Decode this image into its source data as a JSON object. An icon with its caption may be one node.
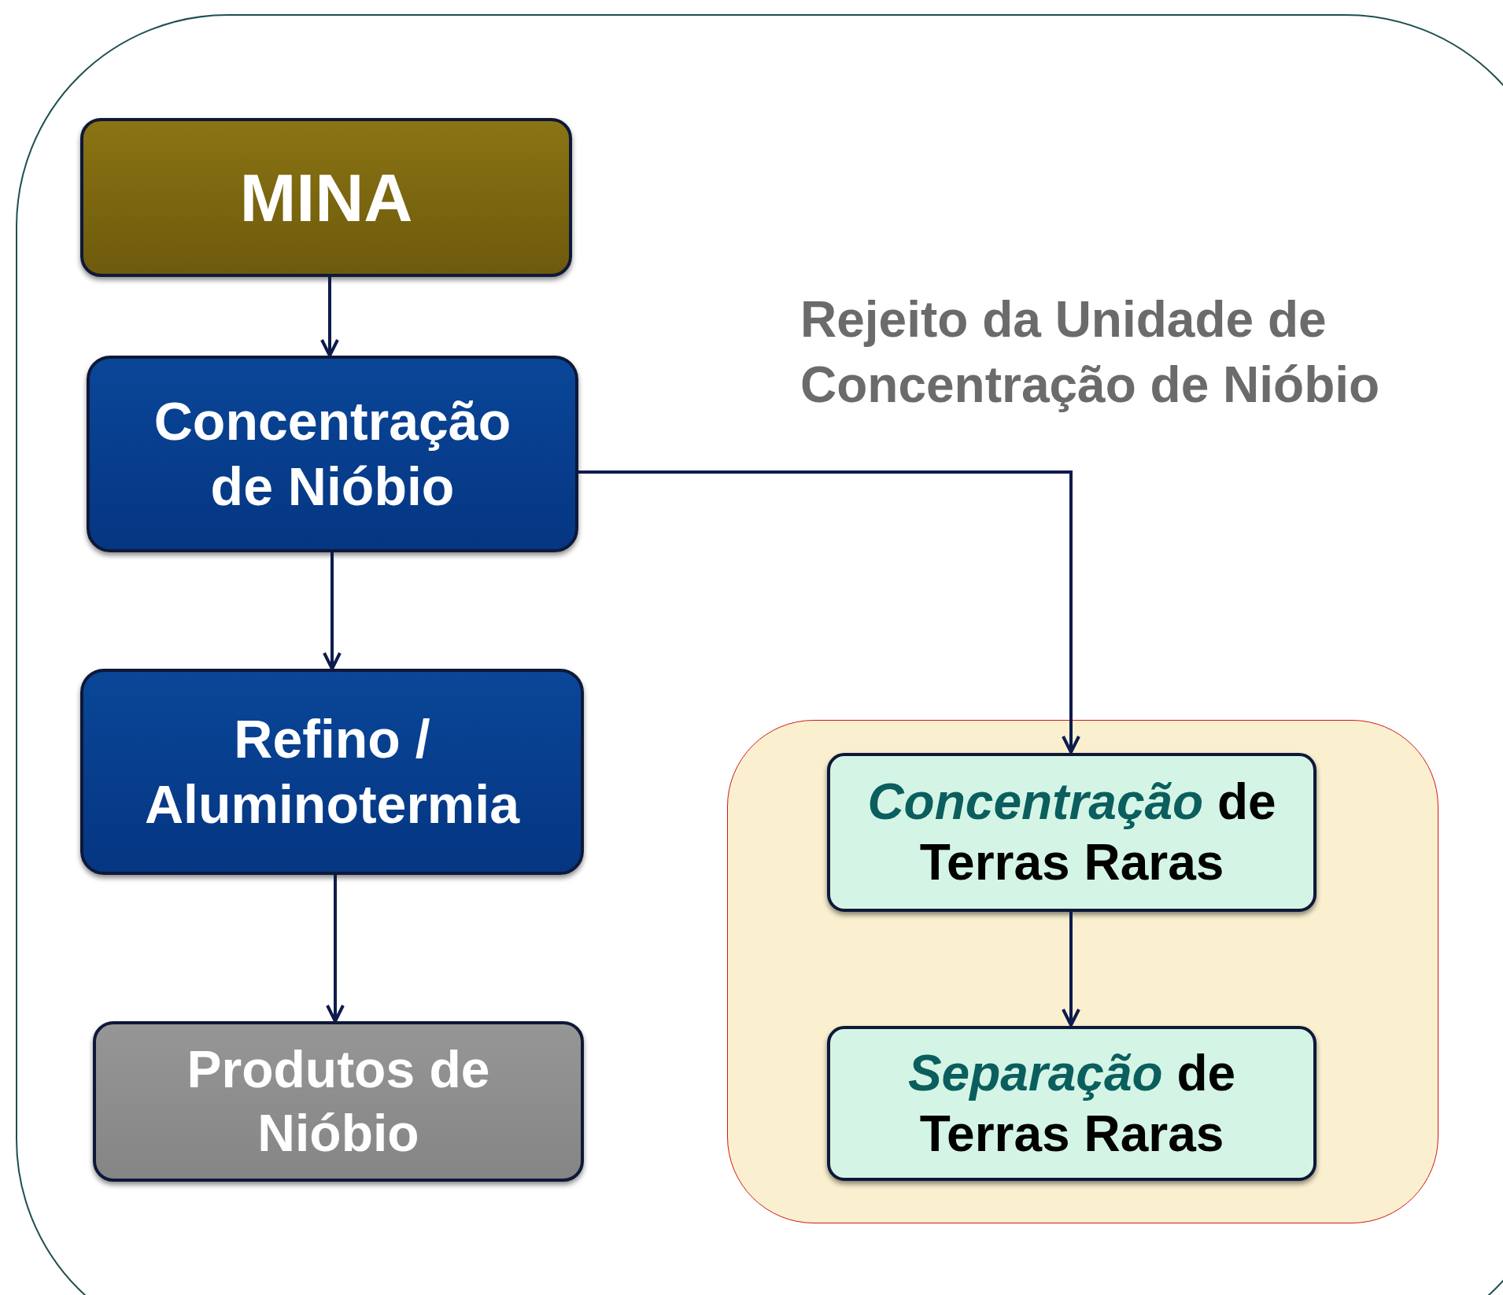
{
  "diagram": {
    "nodes": [
      {
        "text": [
          "MINA"
        ]
      },
      {
        "text": [
          "Concentração de Nióbio"
        ]
      },
      {
        "text": [
          "Refino / Aluminotermia"
        ]
      },
      {
        "text": [
          "Produtos de Nióbio"
        ]
      },
      {
        "text": [],
        "shape": "box"
      },
      {
        "text": [
          "*Concentração* de Terras Raras"
        ],
        "in": 4
      },
      {
        "text": [
          "*Separação* de Terras Raras"
        ],
        "in": 4
      }
    ],
    "edges": [
      {
        "from": 0,
        "to": 1,
        "arrow": "to"
      },
      {
        "from": 1,
        "to": 2,
        "arrow": "to"
      },
      {
        "from": 2,
        "to": 3,
        "arrow": "to"
      },
      {
        "from": 1,
        "to": 5,
        "arrow": "to"
      },
      {
        "from": 5,
        "to": 6,
        "arrow": "to"
      }
    ],
    "labels": [
      "Rejeito da Unidade de Concentração de Nióbio"
    ]
  }
}
